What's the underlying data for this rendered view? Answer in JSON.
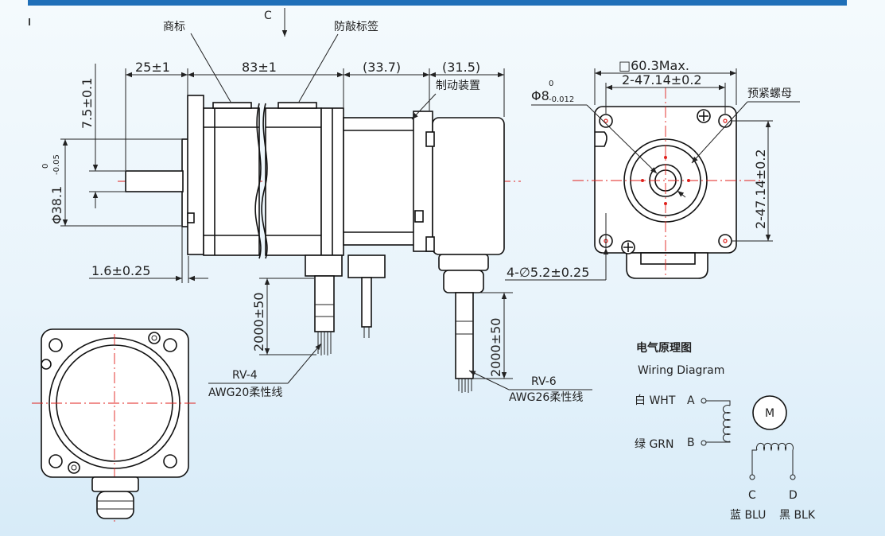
{
  "view_marker": "C",
  "callouts": {
    "trademark": "商标",
    "anti_counterfeit": "防敲标签",
    "brake": "制动装置",
    "lock_nut": "预紧螺母"
  },
  "dimensions": {
    "shaft_length": "25±1",
    "body_length": "83±1",
    "brake_section": "(33.7)",
    "rear_section": "(31.5)",
    "key_height": "7.5±0.1",
    "pilot_diameter": "Φ38.1",
    "pilot_tol_upper": "0",
    "pilot_tol_lower": "-0.05",
    "flange_thickness": "1.6±0.25",
    "cable_length_left": "2000±50",
    "cable_length_right": "2000±50",
    "flange_size": "□60.3Max.",
    "hole_spacing_horizontal": "2-47.14±0.2",
    "hole_spacing_vertical": "2-47.14±0.2",
    "shaft_diameter": "Φ8",
    "shaft_tol_upper": "0",
    "shaft_tol_lower": "-0.012",
    "mount_holes": "4-∅5.2±0.25"
  },
  "cables": {
    "left_name": "RV-4",
    "left_spec": "AWG20柔性线",
    "right_name": "RV-6",
    "right_spec": "AWG26柔性线"
  },
  "wiring": {
    "title_cn": "电气原理图",
    "title_en": "Wiring Diagram",
    "a_color": "白 WHT",
    "a_pin": "A",
    "b_color": "绿 GRN",
    "b_pin": "B",
    "c_pin": "C",
    "d_pin": "D",
    "c_color": "蓝 BLU",
    "d_color": "黑 BLK",
    "motor_symbol": "M"
  },
  "colors": {
    "accent_bar": "#1f6fb8",
    "centerline": "#e0201c",
    "line": "#111111"
  }
}
